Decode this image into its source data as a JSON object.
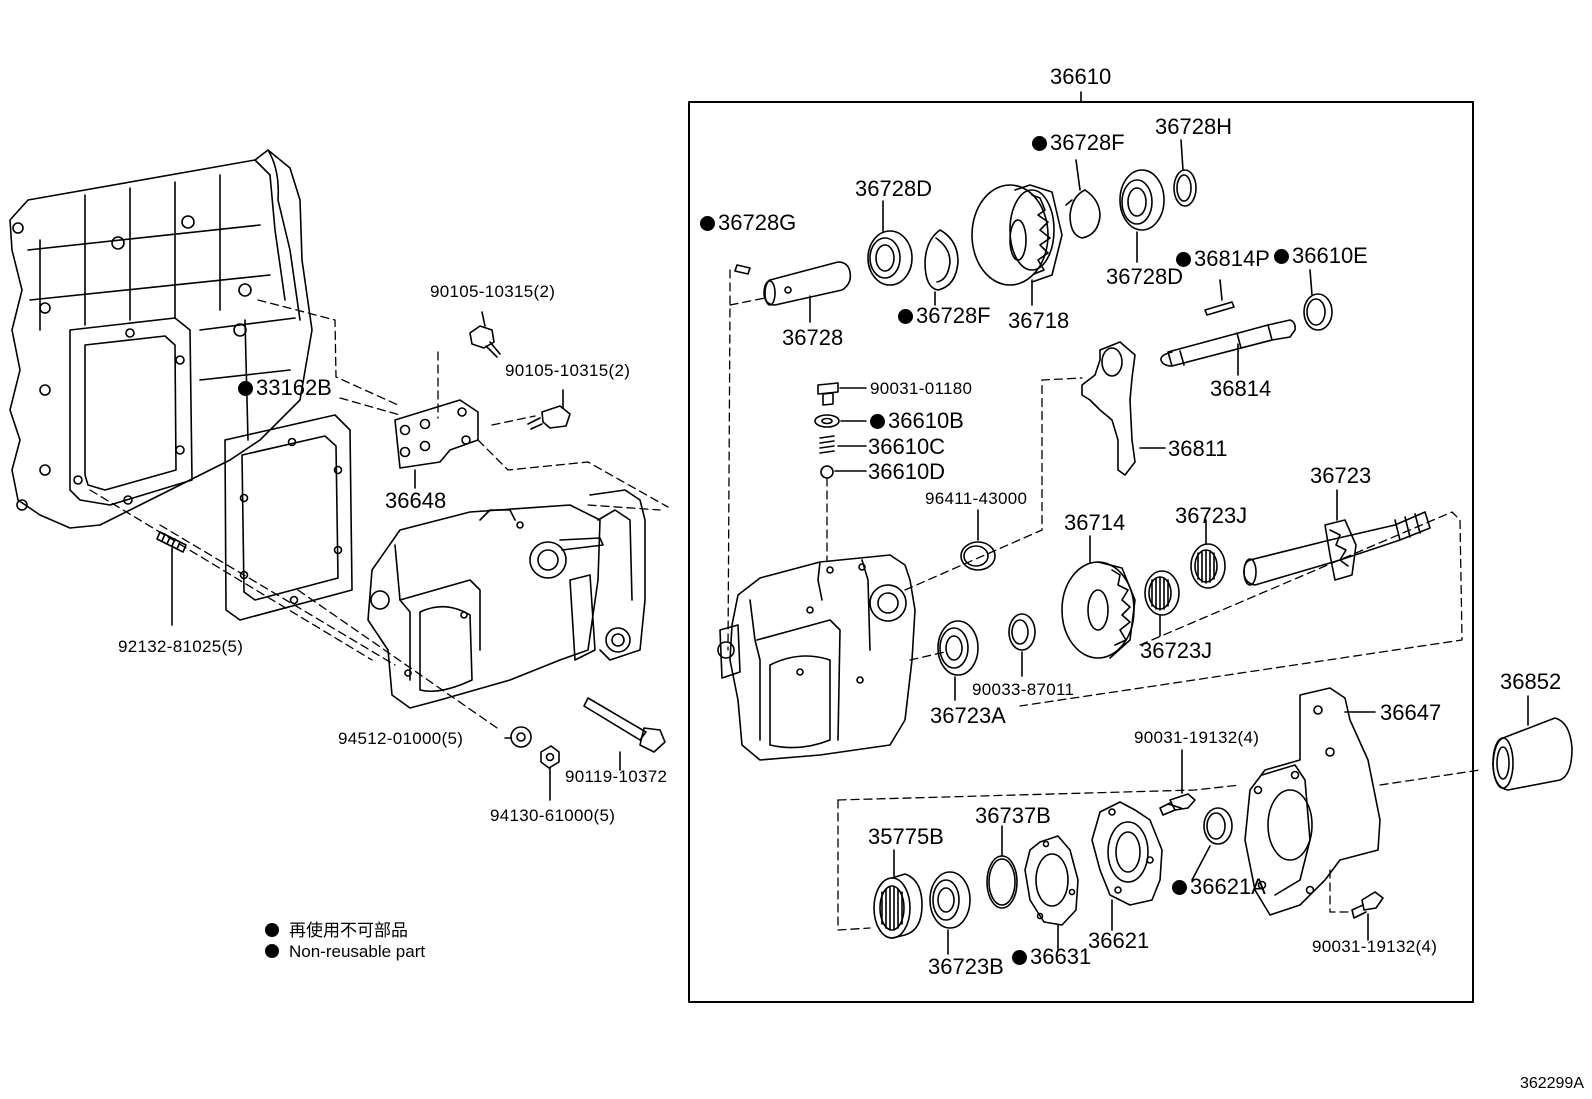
{
  "diagram": {
    "assembly_label": "36610",
    "drawing_code": "362299A",
    "legend": [
      {
        "marker": "●",
        "text": "再使用不可部品"
      },
      {
        "marker": "●",
        "text": "Non-reusable part"
      }
    ],
    "parts": [
      {
        "id": "36610",
        "text": "36610",
        "nonreusable": false
      },
      {
        "id": "36728H",
        "text": "36728H",
        "nonreusable": false
      },
      {
        "id": "36728F-a",
        "text": "36728F",
        "nonreusable": true
      },
      {
        "id": "36728D-a",
        "text": "36728D",
        "nonreusable": false
      },
      {
        "id": "36728G",
        "text": "36728G",
        "nonreusable": true
      },
      {
        "id": "36814P",
        "text": "36814P",
        "nonreusable": true
      },
      {
        "id": "36610E",
        "text": "36610E",
        "nonreusable": true
      },
      {
        "id": "36728D-b",
        "text": "36728D",
        "nonreusable": false
      },
      {
        "id": "36728F-b",
        "text": "36728F",
        "nonreusable": true
      },
      {
        "id": "36718",
        "text": "36718",
        "nonreusable": false
      },
      {
        "id": "36728",
        "text": "36728",
        "nonreusable": false
      },
      {
        "id": "36814",
        "text": "36814",
        "nonreusable": false
      },
      {
        "id": "90031-01180",
        "text": "90031-01180",
        "nonreusable": false
      },
      {
        "id": "36610B",
        "text": "36610B",
        "nonreusable": true
      },
      {
        "id": "36610C",
        "text": "36610C",
        "nonreusable": false
      },
      {
        "id": "36610D",
        "text": "36610D",
        "nonreusable": false
      },
      {
        "id": "36811",
        "text": "36811",
        "nonreusable": false
      },
      {
        "id": "36723",
        "text": "36723",
        "nonreusable": false
      },
      {
        "id": "96411-43000",
        "text": "96411-43000",
        "nonreusable": false
      },
      {
        "id": "36714",
        "text": "36714",
        "nonreusable": false
      },
      {
        "id": "36723J-a",
        "text": "36723J",
        "nonreusable": false
      },
      {
        "id": "36723J-b",
        "text": "36723J",
        "nonreusable": false
      },
      {
        "id": "90033-87011",
        "text": "90033-87011",
        "nonreusable": false
      },
      {
        "id": "36723A",
        "text": "36723A",
        "nonreusable": false
      },
      {
        "id": "36852",
        "text": "36852",
        "nonreusable": false
      },
      {
        "id": "36647",
        "text": "36647",
        "nonreusable": false
      },
      {
        "id": "90031-19132-a",
        "text": "90031-19132(4)",
        "nonreusable": false
      },
      {
        "id": "36737B",
        "text": "36737B",
        "nonreusable": false
      },
      {
        "id": "35775B",
        "text": "35775B",
        "nonreusable": false
      },
      {
        "id": "36621A",
        "text": "36621A",
        "nonreusable": true
      },
      {
        "id": "36621",
        "text": "36621",
        "nonreusable": false
      },
      {
        "id": "36631",
        "text": "36631",
        "nonreusable": true
      },
      {
        "id": "36723B",
        "text": "36723B",
        "nonreusable": false
      },
      {
        "id": "90031-19132-b",
        "text": "90031-19132(4)",
        "nonreusable": false
      },
      {
        "id": "90105-10315-a",
        "text": "90105-10315(2)",
        "nonreusable": false
      },
      {
        "id": "90105-10315-b",
        "text": "90105-10315(2)",
        "nonreusable": false
      },
      {
        "id": "33162B",
        "text": "33162B",
        "nonreusable": true
      },
      {
        "id": "36648",
        "text": "36648",
        "nonreusable": false
      },
      {
        "id": "92132-81025",
        "text": "92132-81025(5)",
        "nonreusable": false
      },
      {
        "id": "94512-01000",
        "text": "94512-01000(5)",
        "nonreusable": false
      },
      {
        "id": "90119-10372",
        "text": "90119-10372",
        "nonreusable": false
      },
      {
        "id": "94130-61000",
        "text": "94130-61000(5)",
        "nonreusable": false
      }
    ]
  }
}
